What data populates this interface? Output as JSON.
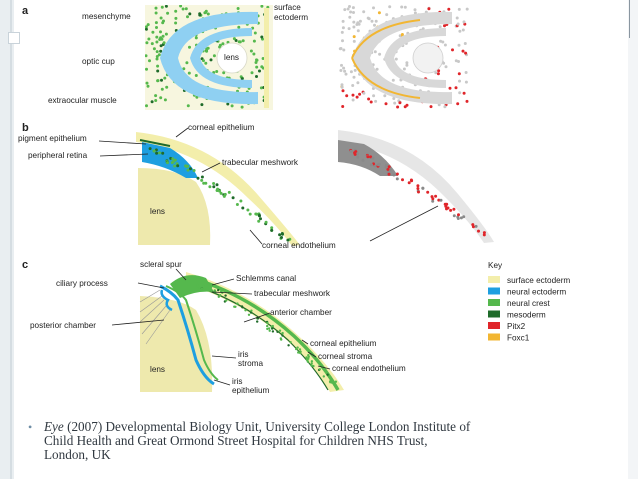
{
  "panel_a": {
    "letter": "a",
    "labels": {
      "mesenchyme": "mesenchyme",
      "surface_ectoderm_1": "surface",
      "surface_ectoderm_2": "ectoderm",
      "optic_cup": "optic cup",
      "lens": "lens",
      "extraocular_muscle": "extraocular muscle"
    }
  },
  "panel_b": {
    "letter": "b",
    "labels": {
      "pigment_epithelium": "pigment epithelium",
      "peripheral_retina": "peripheral retina",
      "corneal_epithelium": "corneal epithelium",
      "trabecular_meshwork": "trabecular meshwork",
      "lens": "lens",
      "corneal_endothelium": "corneal endothelium"
    }
  },
  "panel_c": {
    "letter": "c",
    "labels": {
      "scleral_spur": "scleral spur",
      "schlemms_canal": "Schlemms canal",
      "ciliary_process": "ciliary process",
      "trabecular_meshwork": "trabecular meshwork",
      "anterior_chamber": "anterior chamber",
      "posterior_chamber": "posterior chamber",
      "corneal_epithelium": "corneal epithelium",
      "iris_stroma_1": "iris",
      "iris_stroma_2": "stroma",
      "corneal_stroma": "corneal stroma",
      "lens": "lens",
      "corneal_endothelium": "corneal endothelium",
      "iris_epithelium_1": "iris",
      "iris_epithelium_2": "epithelium"
    }
  },
  "key": {
    "title": "Key",
    "items": [
      {
        "label": "surface ectoderm",
        "color": "#f3eeab"
      },
      {
        "label": "neural ectoderm",
        "color": "#1e9fe0"
      },
      {
        "label": "neural crest",
        "color": "#55b84d"
      },
      {
        "label": "mesoderm",
        "color": "#1f6b2a"
      },
      {
        "label": "Pitx2",
        "color": "#e0252a"
      },
      {
        "label": "Foxc1",
        "color": "#f2b632"
      }
    ]
  },
  "citation": {
    "bullet": "•",
    "italic": "Eye",
    "line1": " (2007) Developmental Biology Unit, University College London Institute of",
    "line2": "Child Health and Great Ormond Street Hospital for Children NHS Trust,",
    "line3": "London, UK"
  }
}
